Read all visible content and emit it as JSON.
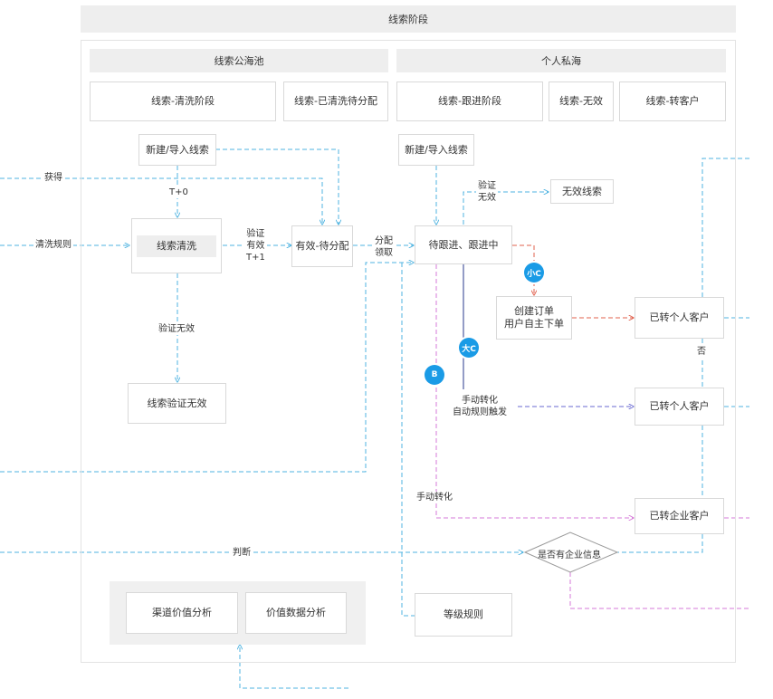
{
  "header": {
    "title": "线索阶段"
  },
  "sections": {
    "public_pool": "线索公海池",
    "private_sea": "个人私海"
  },
  "stages": {
    "cleaning": "线索-清洗阶段",
    "cleaned_pending": "线索-已清洗待分配",
    "following": "线索-跟进阶段",
    "invalid": "线索-无效",
    "to_customer": "线索-转客户"
  },
  "nodes": {
    "new_import_left": "新建/导入线索",
    "new_import_right": "新建/导入线索",
    "clean": "线索清洗",
    "valid_pending": "有效-待分配",
    "pending_follow": "待跟进、跟进中",
    "invalid_lead": "无效线索",
    "verify_invalid": "线索验证无效",
    "create_order_1": "创建订单",
    "create_order_2": "用户自主下单",
    "personal_customer_1": "已转个人客户",
    "personal_customer_2": "已转个人客户",
    "enterprise_customer": "已转企业客户",
    "has_enterprise": "是否有企业信息",
    "level_rule": "等级规则",
    "channel_analysis": "渠道价值分析",
    "value_analysis": "价值数据分析"
  },
  "labels": {
    "obtain": "获得",
    "clean_rule": "清洗规则",
    "t0": "T+0",
    "verify_valid_1": "验证",
    "verify_valid_2": "有效",
    "verify_valid_3": "T+1",
    "verify_invalid_text": "验证无效",
    "assign_1": "分配",
    "assign_2": "领取",
    "verify_1": "验证",
    "verify_2": "无效",
    "manual_auto_1": "手动转化",
    "manual_auto_2": "自动规则触发",
    "manual": "手动转化",
    "judge": "判断",
    "no": "否"
  },
  "badges": {
    "small_c": "小C",
    "big_c": "大C",
    "b": "B"
  },
  "colors": {
    "blue_dashed": "#4fb3e0",
    "red_dashed": "#e0604d",
    "purple_dashed": "#6a6ad2",
    "pink_dashed": "#d67ad8",
    "navy_solid": "#2a3a8c",
    "badge": "#1a9be6"
  }
}
